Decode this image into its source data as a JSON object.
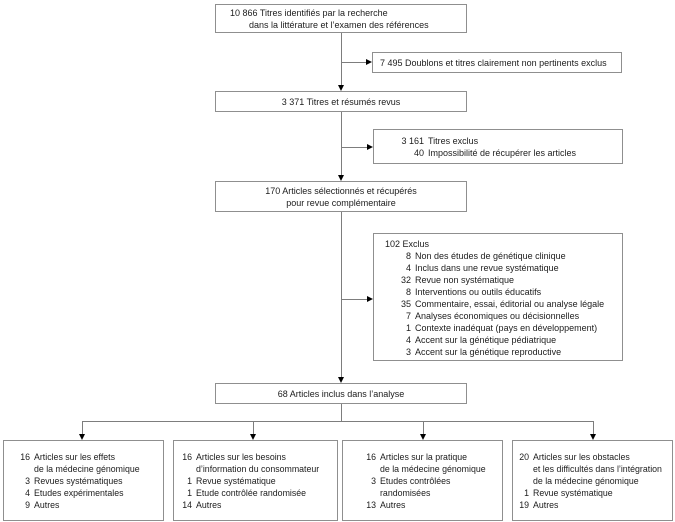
{
  "flow": {
    "identified": {
      "line1": "10 866 Titres identifiés par la recherche",
      "line2": "dans la littérature et l’examen des références"
    },
    "excl_duplicates": {
      "text": "7 495 Doublons et titres clairement non pertinents exclus"
    },
    "screened": {
      "text": "3 371 Titres et résumés revus"
    },
    "excl_titles": {
      "rows": [
        {
          "num": "3 161",
          "text": "Titres exclus"
        },
        {
          "num": "40",
          "text": "Impossibilité de récupérer les articles"
        }
      ]
    },
    "retrieved": {
      "line1": "170 Articles sélectionnés et récupérés",
      "line2": "pour revue complémentaire"
    },
    "excluded": {
      "title": "102 Exclus",
      "rows": [
        {
          "num": "8",
          "text": "Non des études de génétique clinique"
        },
        {
          "num": "4",
          "text": "Inclus dans une revue systématique"
        },
        {
          "num": "32",
          "text": "Revue non systématique"
        },
        {
          "num": "8",
          "text": "Interventions ou outils éducatifs"
        },
        {
          "num": "35",
          "text": "Commentaire, essai, éditorial ou analyse légale"
        },
        {
          "num": "7",
          "text": "Analyses économiques ou décisionnelles"
        },
        {
          "num": "1",
          "text": "Contexte inadéquat (pays en développement)"
        },
        {
          "num": "4",
          "text": "Accent sur la génétique pédiatrique"
        },
        {
          "num": "3",
          "text": "Accent sur la génétique reproductive"
        }
      ]
    },
    "included": {
      "text": "68 Articles inclus dans l’analyse"
    },
    "categories": [
      {
        "rows": [
          {
            "num": "16",
            "text": "Articles sur les effets"
          },
          {
            "num": "",
            "text": "de la médecine génomique"
          },
          {
            "num": "3",
            "text": "Revues systématiques"
          },
          {
            "num": "4",
            "text": "Etudes expérimentales"
          },
          {
            "num": "9",
            "text": "Autres"
          }
        ]
      },
      {
        "rows": [
          {
            "num": "16",
            "text": "Articles sur les besoins"
          },
          {
            "num": "",
            "text": "d’information du consommateur"
          },
          {
            "num": "1",
            "text": "Revue systématique"
          },
          {
            "num": "1",
            "text": "Etude contrôlée randomisée"
          },
          {
            "num": "14",
            "text": "Autres"
          }
        ]
      },
      {
        "rows": [
          {
            "num": "16",
            "text": "Articles sur la pratique"
          },
          {
            "num": "",
            "text": "de la médecine génomique"
          },
          {
            "num": "3",
            "text": "Etudes contrôlées"
          },
          {
            "num": "",
            "text": "randomisées"
          },
          {
            "num": "13",
            "text": "Autres"
          }
        ]
      },
      {
        "rows": [
          {
            "num": "20",
            "text": "Articles sur les obstacles"
          },
          {
            "num": "",
            "text": "et les difficultés dans l’intégration"
          },
          {
            "num": "",
            "text": "de la médecine génomique"
          },
          {
            "num": "1",
            "text": "Revue systématique"
          },
          {
            "num": "19",
            "text": "Autres"
          }
        ]
      }
    ]
  },
  "colors": {
    "border": "#8f8f8f",
    "line": "#7d7d7d",
    "arrow": "#000000",
    "text": "#1c1c1c"
  }
}
